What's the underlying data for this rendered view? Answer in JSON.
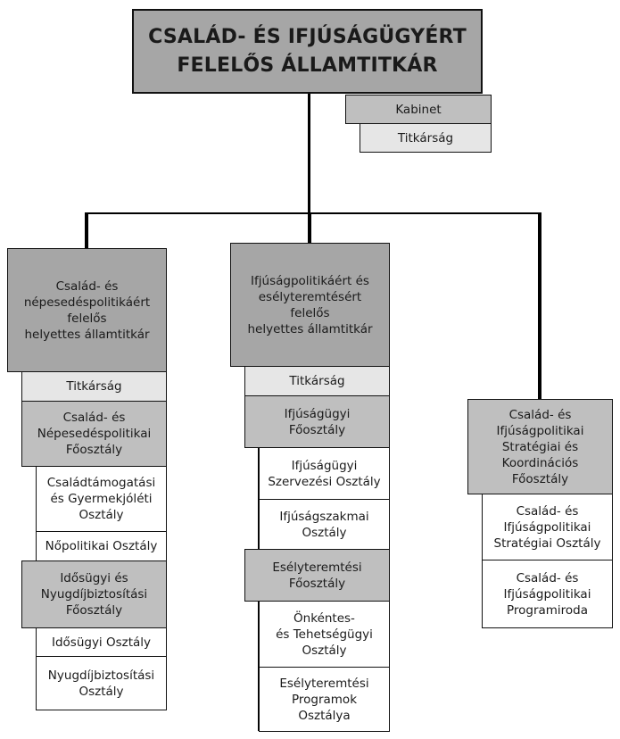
{
  "chart_title": "",
  "head": {
    "title": "CSALÁD- ÉS IFJÚSÁGÜGYÉRT\nFELELŐS ÁLLAMTITKÁR",
    "staff": [
      "Kabinet",
      "Titkárság"
    ]
  },
  "branches": [
    {
      "deputy": "Család- és\nnépesedéspolitikáért\nfelelős\nhelyettes államtitkár",
      "secretariat": "Titkárság",
      "departments": [
        {
          "name": "Család- és\nNépesedéspolitikai\nFőosztály",
          "units": [
            "Családtámogatási\nés Gyermekjóléti\nOsztály",
            "Nőpolitikai Osztály"
          ]
        },
        {
          "name": "Idősügyi és\nNyugdíjbiztosítási\nFőosztály",
          "units": [
            "Idősügyi Osztály",
            "Nyugdíjbiztosítási\nOsztály"
          ]
        }
      ]
    },
    {
      "deputy": "Ifjúságpolitikáért és\nesélyteremtésért\nfelelős\nhelyettes államtitkár",
      "secretariat": "Titkárság",
      "departments": [
        {
          "name": "Ifjúságügyi\nFőosztály",
          "units": [
            "Ifjúságügyi\nSzervezési Osztály",
            "Ifjúságszakmai\nOsztály"
          ]
        },
        {
          "name": "Esélyteremtési\nFőosztály",
          "units": [
            "Önkéntes-\nés Tehetségügyi\nOsztály",
            "Esélyteremtési\nProgramok\nOsztálya"
          ]
        }
      ]
    },
    {
      "department": {
        "name": "Család- és\nIfjúságpolitikai\nStratégiai és\nKoordinációs\nFőosztály",
        "units": [
          "Család- és\nIfjúságpolitikai\nStratégiai Osztály",
          "Család- és\nIfjúságpolitikai\nProgramiroda"
        ]
      }
    }
  ],
  "colors": {
    "leader_fill": "#a6a6a6",
    "department_fill": "#bfbfbf",
    "secretariat_fill": "#e6e6e6",
    "unit_fill": "#ffffff",
    "line": "#000000"
  }
}
